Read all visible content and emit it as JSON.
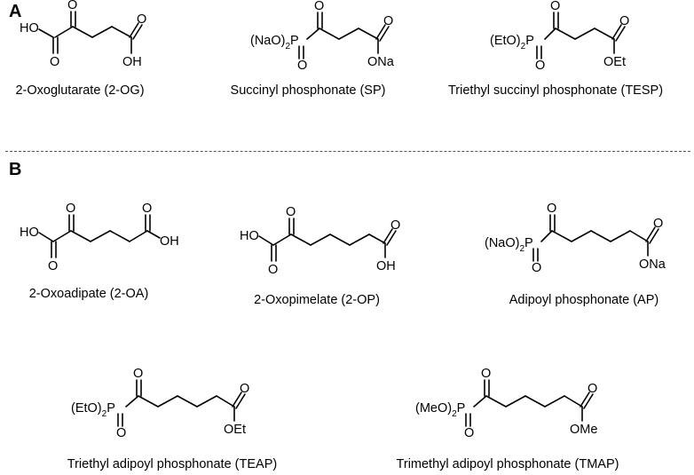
{
  "panels": {
    "a": "A",
    "b": "B"
  },
  "molecules": {
    "og": {
      "name": "2-Oxoglutarate (2-OG)",
      "groups": {
        "ho": "HO",
        "o1": "O",
        "o2": "O",
        "o3": "O",
        "oh": "OH"
      }
    },
    "sp": {
      "name": "Succinyl phosphonate (SP)",
      "groups": {
        "head": "(NaO)",
        "sub": "2",
        "p": "P",
        "po": "O",
        "o1": "O",
        "o2": "O",
        "tail": "ONa"
      }
    },
    "tesp": {
      "name": "Triethyl succinyl phosphonate (TESP)",
      "groups": {
        "head": "(EtO)",
        "sub": "2",
        "p": "P",
        "po": "O",
        "o1": "O",
        "o2": "O",
        "tail": "OEt"
      }
    },
    "oa": {
      "name": "2-Oxoadipate (2-OA)",
      "groups": {
        "ho": "HO",
        "o1": "O",
        "o2": "O",
        "o3": "O",
        "oh": "OH"
      }
    },
    "op": {
      "name": "2-Oxopimelate (2-OP)",
      "groups": {
        "ho": "HO",
        "o1": "O",
        "o2": "O",
        "o3": "O",
        "oh": "OH"
      }
    },
    "ap": {
      "name": "Adipoyl phosphonate (AP)",
      "groups": {
        "head": "(NaO)",
        "sub": "2",
        "p": "P",
        "po": "O",
        "o1": "O",
        "o2": "O",
        "tail": "ONa"
      }
    },
    "teap": {
      "name": "Triethyl adipoyl phosphonate (TEAP)",
      "groups": {
        "head": "(EtO)",
        "sub": "2",
        "p": "P",
        "po": "O",
        "o1": "O",
        "o2": "O",
        "tail": "OEt"
      }
    },
    "tmap": {
      "name": "Trimethyl adipoyl phosphonate (TMAP)",
      "groups": {
        "head": "(MeO)",
        "sub": "2",
        "p": "P",
        "po": "O",
        "o1": "O",
        "o2": "O",
        "tail": "OMe"
      }
    }
  }
}
